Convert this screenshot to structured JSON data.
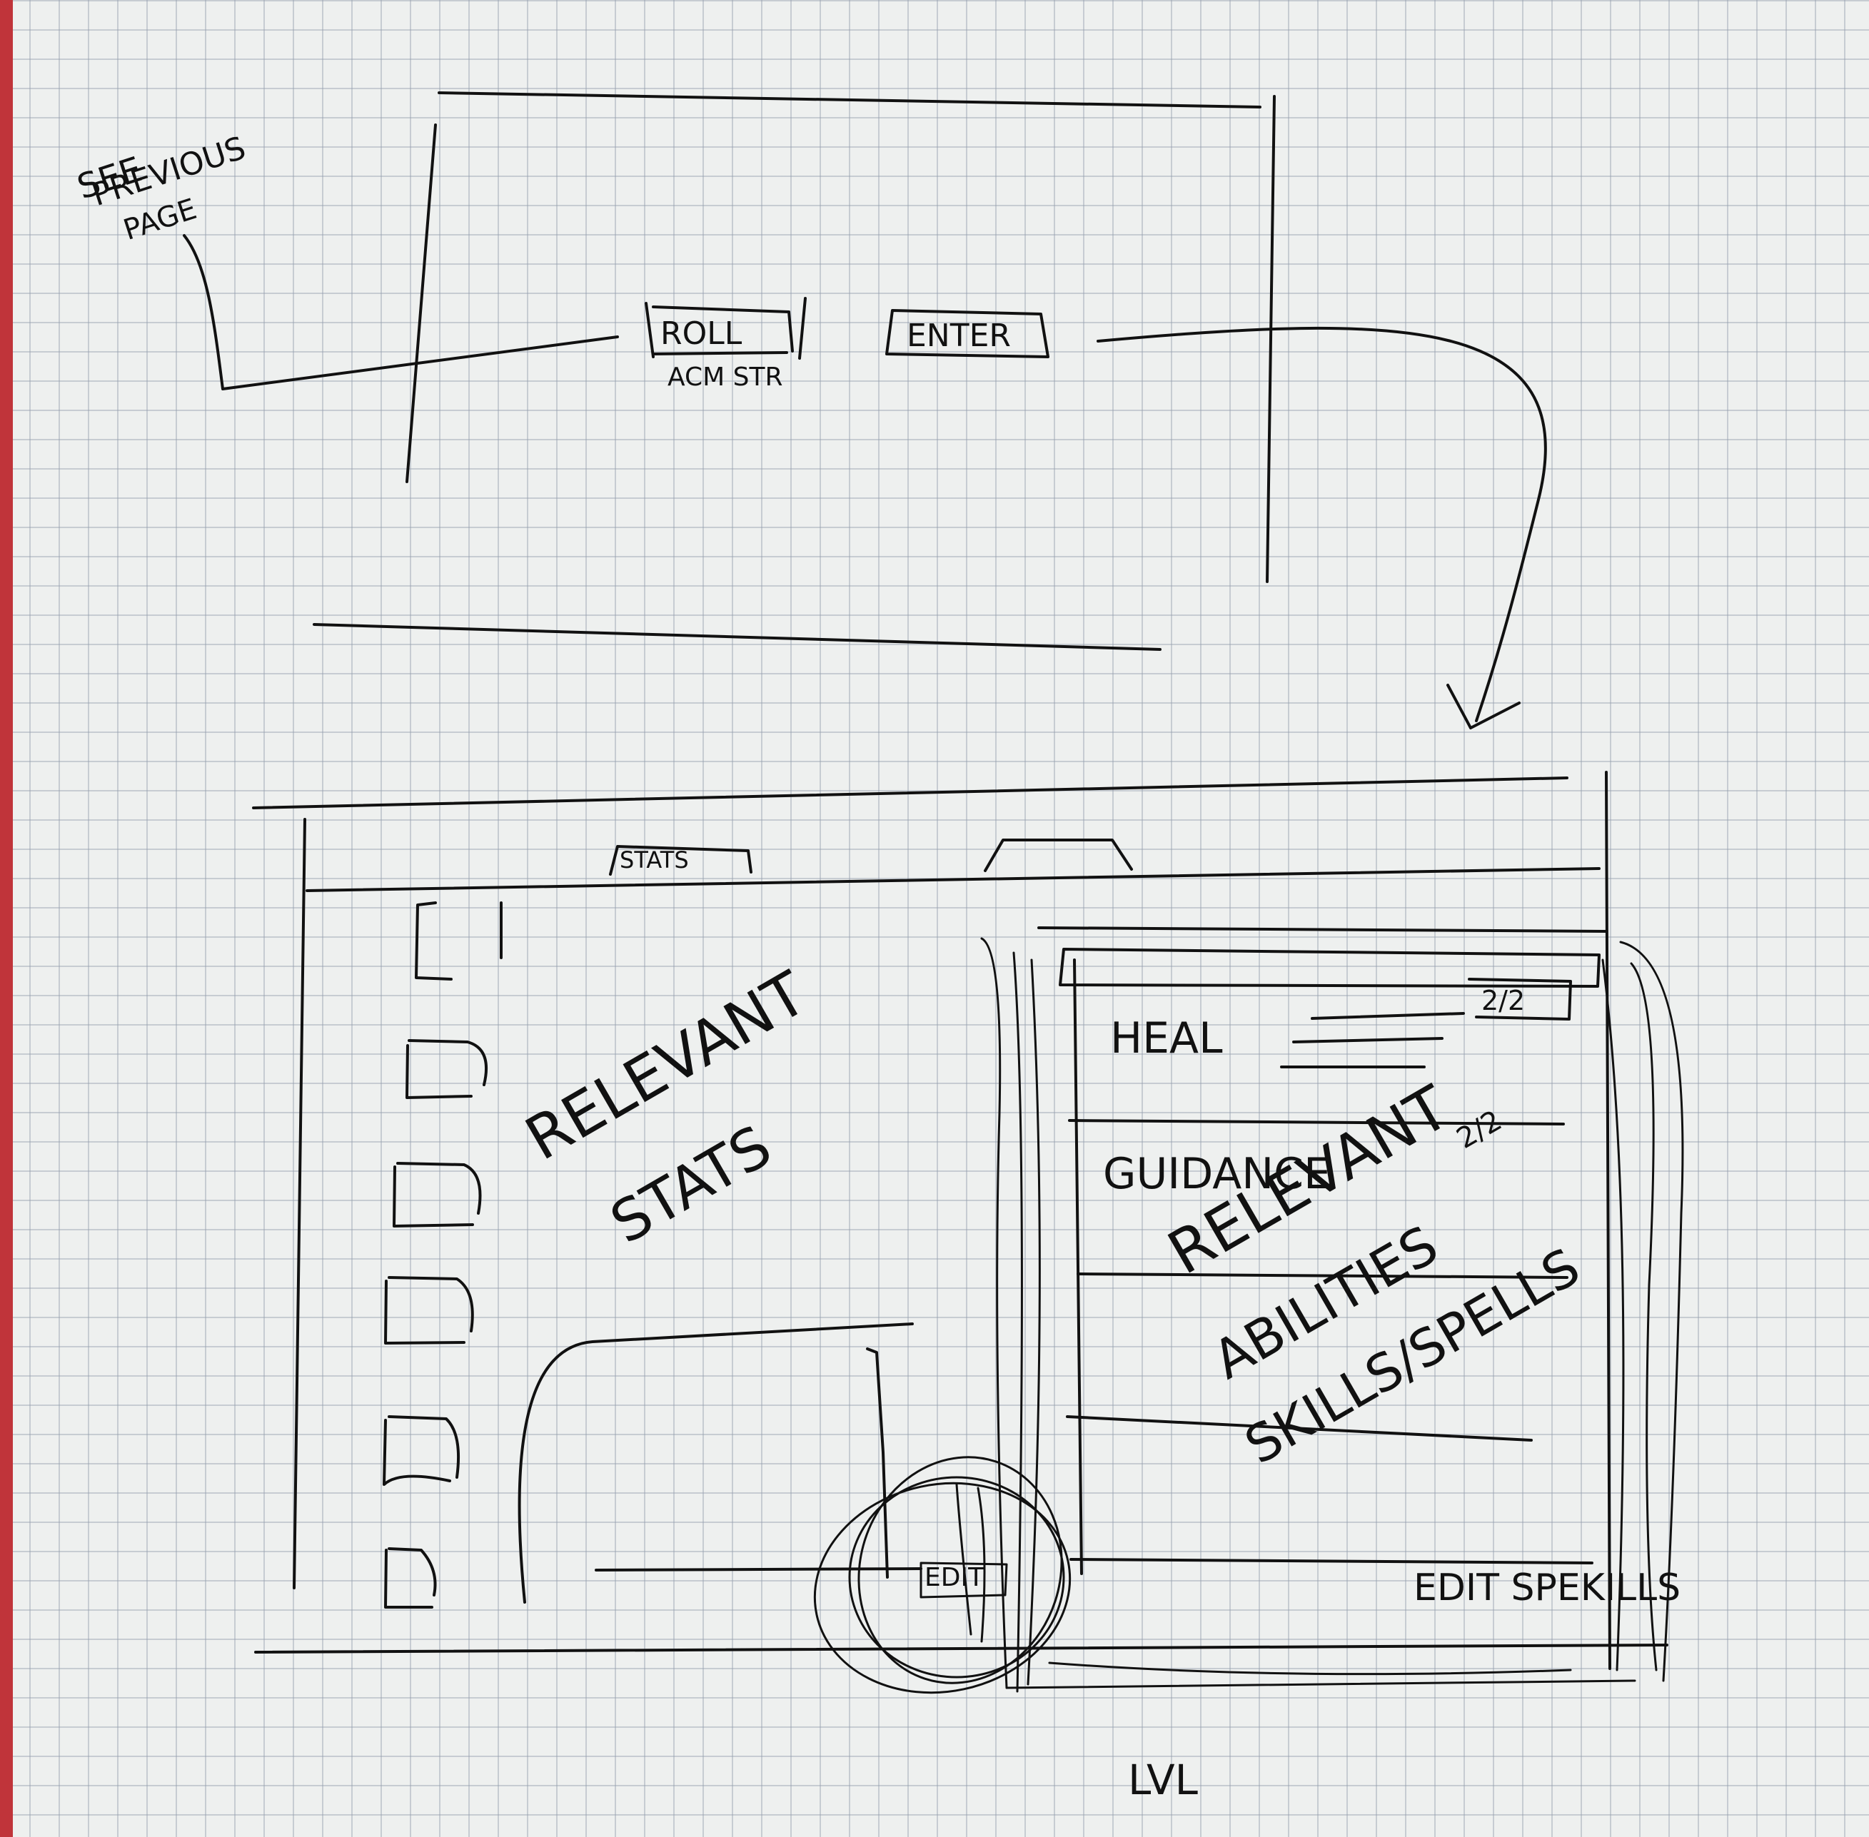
{
  "note": {
    "line1": "SEE",
    "line2": "PREVIOUS",
    "line3": "PAGE"
  },
  "screen1": {
    "roll_button": "ROLL",
    "roll_caption": "ACM STR",
    "enter_button": "ENTER"
  },
  "screen2": {
    "tab_stats": "STATS",
    "stats_area_line1": "RELEVANT",
    "stats_area_line2": "STATS",
    "list_counter": "2/2",
    "items": [
      {
        "label": "HEAL"
      },
      {
        "label": "GUIDANCE",
        "counter": "2/2"
      }
    ],
    "overlay_label_1": "RELEVANT",
    "overlay_label_2": "ABILITIES",
    "overlay_label_3": "SKILLS/SPELLS",
    "edit_button": "EDIT",
    "edit_skills_link": "EDIT SPEKILLS",
    "level_label": "LVL"
  }
}
